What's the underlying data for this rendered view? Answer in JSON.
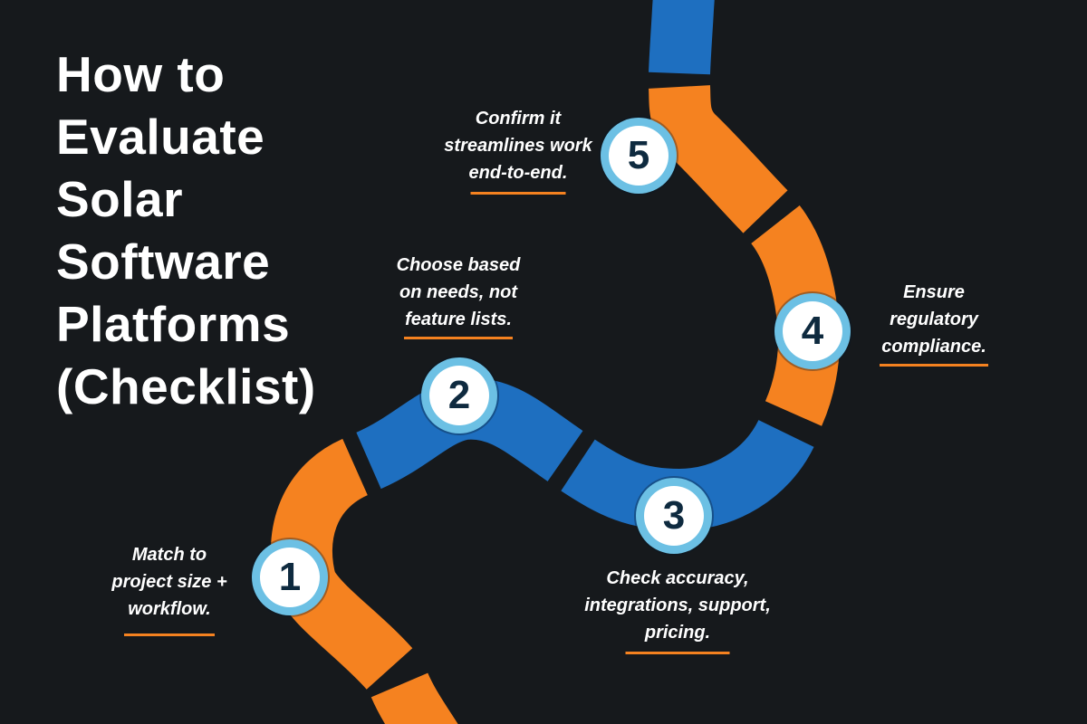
{
  "title": {
    "lines": [
      "How to",
      "Evaluate",
      "Solar",
      "Software",
      "Platforms",
      "(Checklist)"
    ]
  },
  "steps": [
    {
      "number": "1",
      "lines": [
        "Match to",
        "project size +",
        "workflow."
      ]
    },
    {
      "number": "2",
      "lines": [
        "Choose based",
        "on needs, not",
        "feature lists."
      ]
    },
    {
      "number": "3",
      "lines": [
        "Check accuracy,",
        "integrations, support,",
        "pricing."
      ]
    },
    {
      "number": "4",
      "lines": [
        "Ensure",
        "regulatory",
        "compliance."
      ]
    },
    {
      "number": "5",
      "lines": [
        "Confirm it",
        "streamlines work",
        "end-to-end."
      ]
    }
  ],
  "colors": {
    "background": "#16191c",
    "orange": "#f58220",
    "blue": "#1e6fc0",
    "ring": "#6cc0e4",
    "number": "#0e2a3f",
    "text": "#ffffff"
  }
}
